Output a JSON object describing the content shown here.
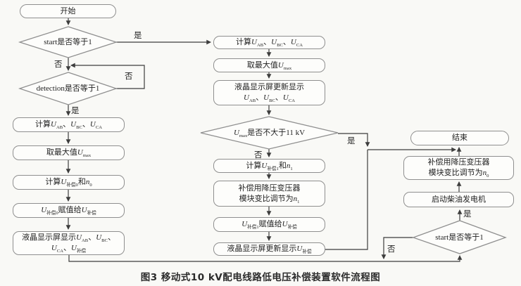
{
  "caption": "图3  移动式10 kV配电线路低电压补偿装置软件流程图",
  "labels": {
    "yes": "是",
    "no": "否"
  },
  "colors": {
    "line": "#3d3d3d",
    "box_border": "#8f8f8f",
    "text": "#1f1f1f",
    "background": "#f9f9f6"
  },
  "nodes": {
    "start_terminal": "开始",
    "decision_start_1": "start是否等于1",
    "decision_detection": "detection是否等于1",
    "calc_uab_left": "计算*U*~AB~、*U*~BC~、*U*~CA~",
    "take_max_left": "取最大值*U*~max~",
    "calc_comp0": "计算*U*~补偿0~和*n*~0~",
    "assign_comp0": "*U*~补偿0~赋值给*U*~补偿~",
    "lcd_show_left": "液晶显示屏显示*U*~AB~、*U*~BC~、\n*U*~CA~、*U*~补偿~",
    "calc_uab_mid": "计算*U*~AB~、*U*~BC~、*U*~CA~",
    "take_max_mid": "取最大值*U*~max~",
    "lcd_update_uabc": "液晶显示屏更新显示\n*U*~AB~、*U*~BC~、*U*~CA~",
    "decision_umax": "*U*~max~是否不大于11 kV",
    "calc_comp1": "计算*U*~补偿1~和*n*~1~",
    "transformer_n1": "补偿用降压变压器\n模块变比调节为*n*~1~",
    "assign_comp1": "*U*~补偿1~赋值给*U*~补偿~",
    "lcd_update_comp": "液晶显示屏更新显示*U*~补偿~",
    "end_terminal": "结束",
    "transformer_n0": "补偿用降压变压器\n模块变比调节为*n*~0~",
    "start_diesel": "启动柴油发电机",
    "decision_start_2": "start是否等于1"
  }
}
